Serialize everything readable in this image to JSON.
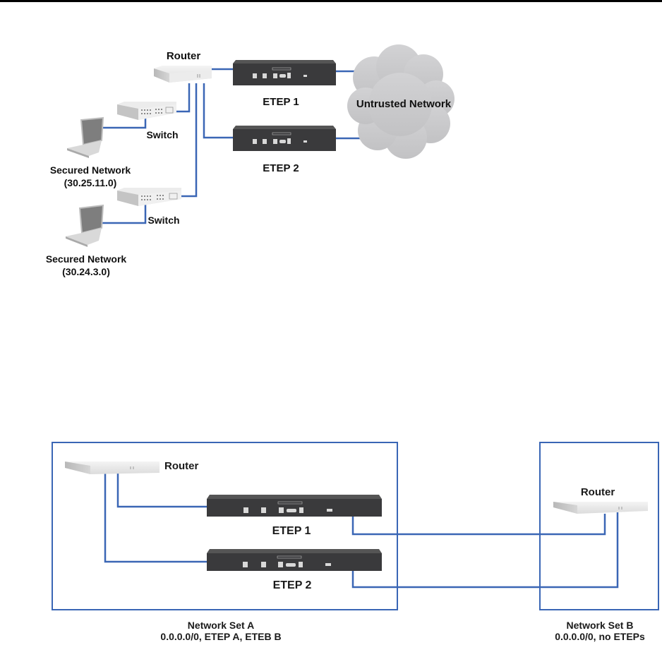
{
  "diagram1": {
    "router_label": "Router",
    "switch1_label": "Switch",
    "switch2_label": "Switch",
    "etep1_label": "ETEP 1",
    "etep2_label": "ETEP 2",
    "cloud_label": "Untrusted Network",
    "secured1_line1": "Secured Network",
    "secured1_line2": "(30.25.11.0)",
    "secured2_line1": "Secured Network",
    "secured2_line2": "(30.24.3.0)"
  },
  "diagram2": {
    "routerA_label": "Router",
    "routerB_label": "Router",
    "etep1_label": "ETEP 1",
    "etep2_label": "ETEP 2",
    "setA_line1": "Network Set A",
    "setA_line2": "0.0.0.0/0, ETEP A, ETEB B",
    "setB_line1": "Network Set B",
    "setB_line2": "0.0.0.0/0, no ETEPs"
  },
  "colors": {
    "link": "#3a66b5",
    "device_dark": "#3a3a3c",
    "router_light": "#e8e8e8",
    "cloud": "#c9c9cb"
  }
}
